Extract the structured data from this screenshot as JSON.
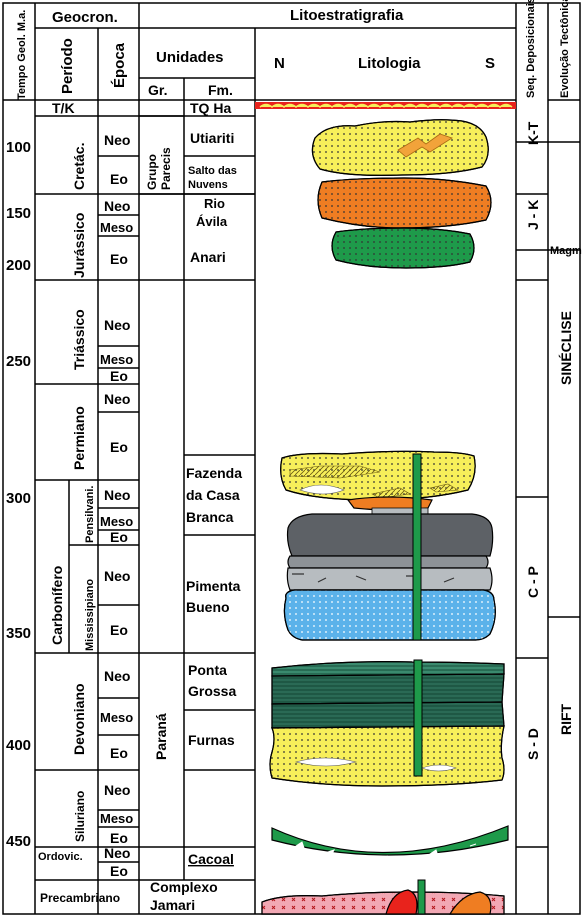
{
  "header": {
    "time_label": "Tempo Geol. M.a.",
    "geocron": "Geocron.",
    "litoestratigrafia": "Litoestratigrafia",
    "periodo": "Período",
    "epoca": "Época",
    "unidades": "Unidades",
    "gr": "Gr.",
    "fm": "Fm.",
    "north": "N",
    "litologia": "Litologia",
    "south": "S",
    "seq": "Seq. Deposicionais",
    "evolucao": "Evolução Tectônica"
  },
  "ages": [
    "100",
    "150",
    "200",
    "250",
    "300",
    "350",
    "400",
    "450"
  ],
  "periods": {
    "tk": "T/K",
    "cretaceo": "Cretác.",
    "jurassico": "Jurássico",
    "triassico": "Triássico",
    "permiano": "Permiano",
    "carbonifero": "Carbonífero",
    "pensilvani": "Pensilvani.",
    "mississipiano": "Mississipiano",
    "devoniano": "Devoniano",
    "siluriano": "Siluriano",
    "ordovic": "Ordovic.",
    "precambriano": "Precambriano"
  },
  "epochs": {
    "neo": "Neo",
    "meso": "Meso",
    "eo": "Eo"
  },
  "groups": {
    "parecis_1": "Grupo",
    "parecis_2": "Parecis",
    "parana": "Paraná",
    "complexo_1": "Complexo",
    "complexo_2": "Jamari"
  },
  "formations": {
    "tq": "TQ Ha",
    "utiariti": "Utiariti",
    "salto_1": "Salto das",
    "salto_2": "Nuvens",
    "rio_1": "Rio",
    "rio_2": "Ávila",
    "anari": "Anari",
    "fazenda_1": "Fazenda",
    "fazenda_2": "da Casa",
    "fazenda_3": "Branca",
    "pimenta_1": "Pimenta",
    "pimenta_2": "Bueno",
    "ponta_1": "Ponta",
    "ponta_2": "Grossa",
    "furnas": "Furnas",
    "cacoal": "Cacoal"
  },
  "sequences": {
    "kt": "K-T",
    "jk": "J - K",
    "cp": "C - P",
    "sd": "S - D"
  },
  "tectonic": {
    "magm": "Magm",
    "sineclise": "SINÉCLISE",
    "rift": "RIFT"
  },
  "colors": {
    "yellow": "#f7ef5a",
    "orange": "#ef7d22",
    "green": "#1e9a4a",
    "dark_green": "#2a6a55",
    "gray_dark": "#5d6166",
    "gray_light": "#b7bcc0",
    "blue": "#5bb2ea",
    "red": "#e8231c",
    "pink": "#f2a8b4"
  }
}
